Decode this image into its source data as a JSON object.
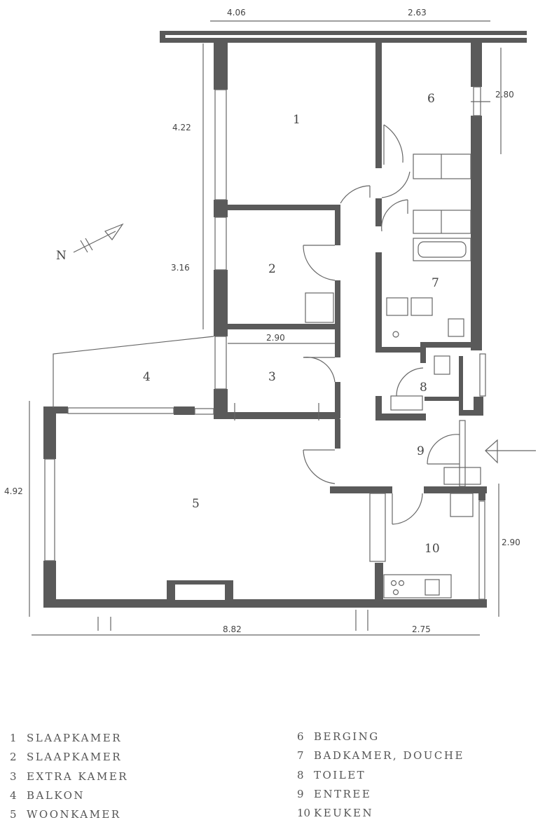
{
  "dimensions": {
    "top_left": "4.06",
    "top_right": "2.63",
    "right_top": "2.80",
    "left_room1": "4.22",
    "left_room2": "3.16",
    "room3_width": "2.90",
    "left_room5": "4.92",
    "bottom_main": "8.82",
    "bottom_kitchen": "2.75",
    "right_kitchen": "2.90"
  },
  "rooms": [
    "1",
    "2",
    "3",
    "4",
    "5",
    "6",
    "7",
    "8",
    "9",
    "10"
  ],
  "north_label": "N",
  "legend": [
    {
      "num": "1",
      "label": "SLAAPKAMER"
    },
    {
      "num": "2",
      "label": "SLAAPKAMER"
    },
    {
      "num": "3",
      "label": "EXTRA KAMER"
    },
    {
      "num": "4",
      "label": "BALKON"
    },
    {
      "num": "5",
      "label": "WOONKAMER"
    },
    {
      "num": "6",
      "label": "BERGING"
    },
    {
      "num": "7",
      "label": "BADKAMER, DOUCHE"
    },
    {
      "num": "8",
      "label": "TOILET"
    },
    {
      "num": "9",
      "label": "ENTREE"
    },
    {
      "num": "10",
      "label": "KEUKEN"
    }
  ],
  "colors": {
    "wall": "#5a5a5a",
    "line": "#666666"
  }
}
